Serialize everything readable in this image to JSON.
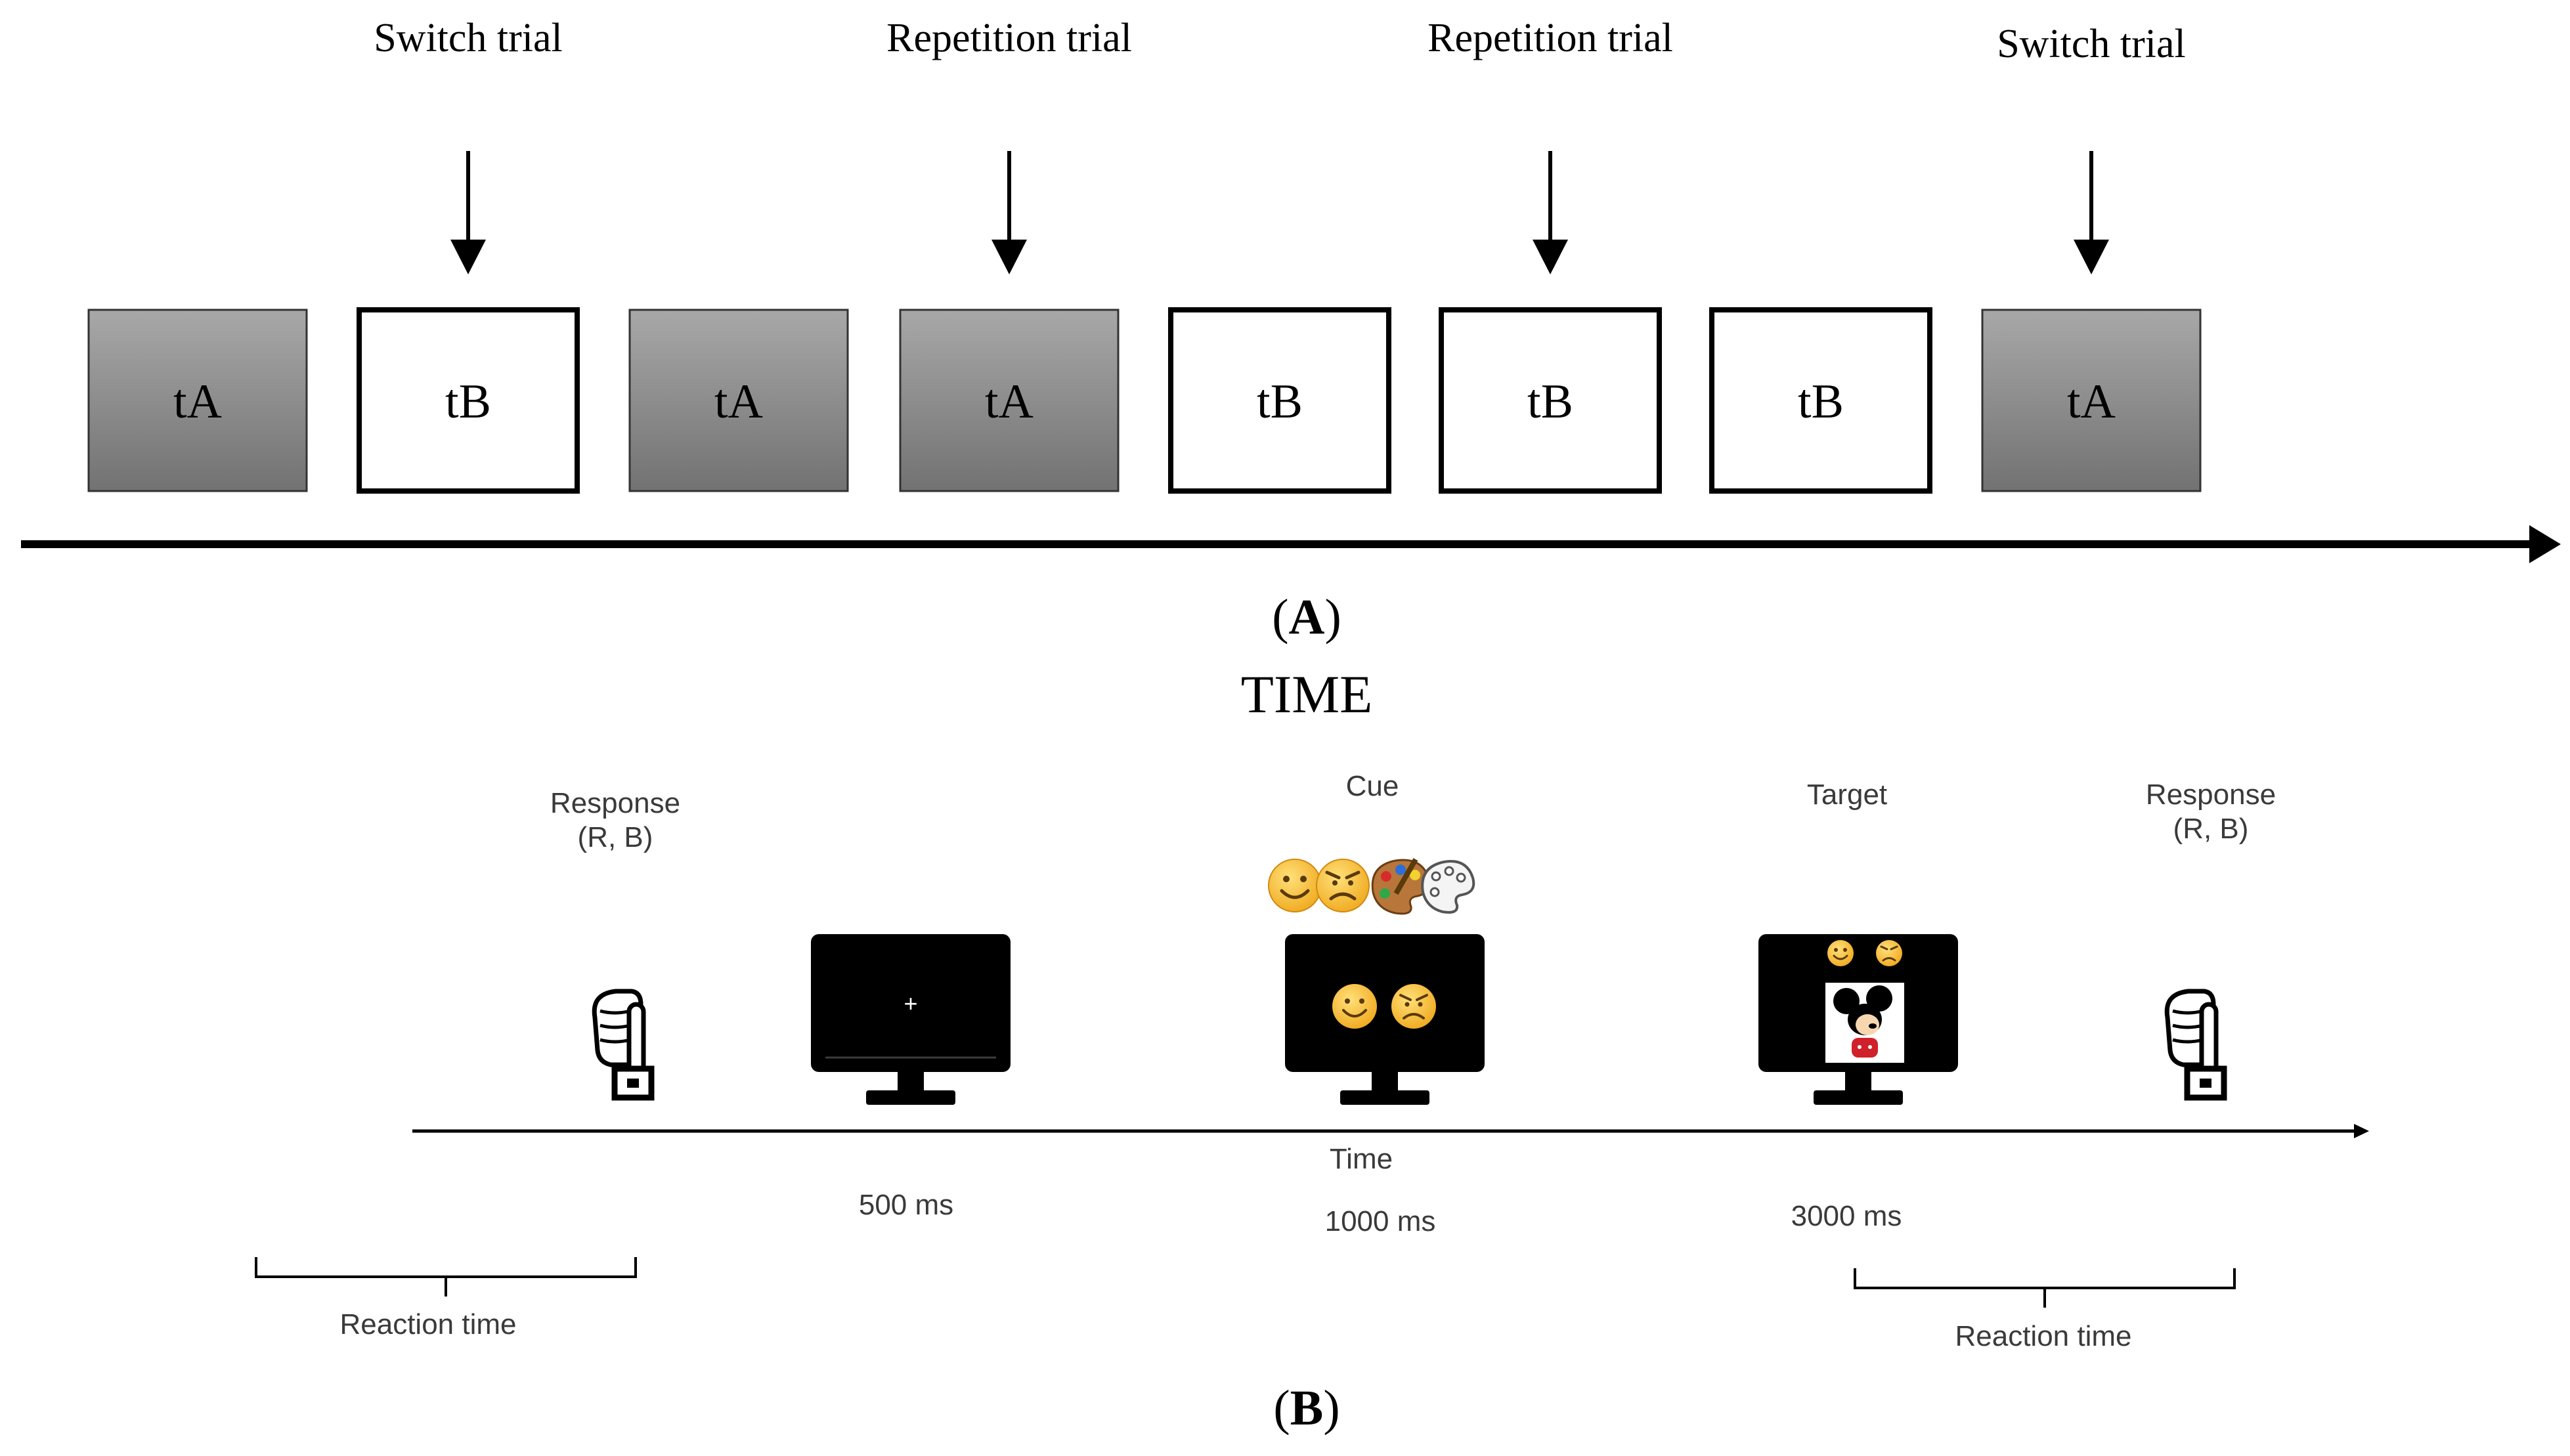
{
  "panel_a": {
    "trial_labels": [
      "Switch trial",
      "Repetition trial",
      "Repetition trial",
      "Switch trial"
    ],
    "trial_label_box_index": [
      1,
      3,
      5,
      7
    ],
    "boxes": [
      {
        "label": "tA",
        "type": "A"
      },
      {
        "label": "tB",
        "type": "B"
      },
      {
        "label": "tA",
        "type": "A"
      },
      {
        "label": "tA",
        "type": "A"
      },
      {
        "label": "tB",
        "type": "B"
      },
      {
        "label": "tB",
        "type": "B"
      },
      {
        "label": "tB",
        "type": "B"
      },
      {
        "label": "tA",
        "type": "A"
      }
    ],
    "panel_label_letter": "A",
    "axis_label": "TIME"
  },
  "panel_b": {
    "response_left": {
      "line1": "Response",
      "line2": "(R, B)"
    },
    "response_right": {
      "line1": "Response",
      "line2": "(R, B)"
    },
    "cue_label": "Cue",
    "target_label": "Target",
    "fixation_symbol": "+",
    "time_label": "Time",
    "durations": [
      "500 ms",
      "1000 ms",
      "3000 ms"
    ],
    "reaction_time_left": "Reaction time",
    "reaction_time_right": "Reaction time",
    "panel_label_letter": "B"
  },
  "colors": {
    "task_a_top": "#a8a8a8",
    "task_a_bottom": "#727272",
    "task_b_fill": "#ffffff",
    "monitor": "#000000",
    "emoji_face": "#f5b52e",
    "secondary_text": "#3a3a3a"
  },
  "icons": [
    "pointing-hand-icon",
    "happy-face-icon",
    "angry-face-icon",
    "palette-icon",
    "mickey-mouse-icon",
    "monitor-icon"
  ]
}
